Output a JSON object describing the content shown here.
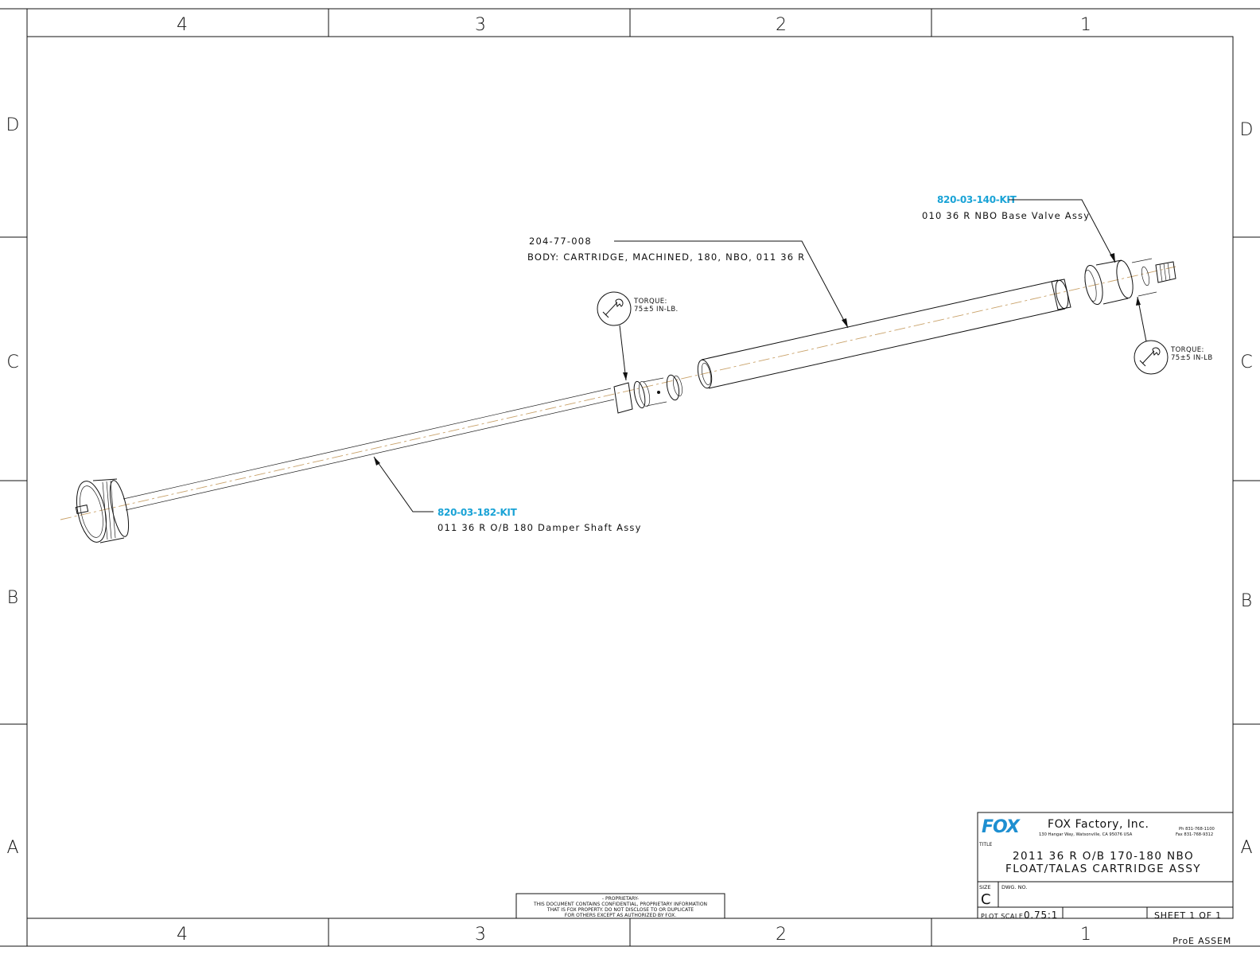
{
  "drawing": {
    "col_zones": [
      "4",
      "3",
      "2",
      "1"
    ],
    "row_zones": [
      "D",
      "C",
      "B",
      "A"
    ],
    "callouts": {
      "base_valve": {
        "part": "820-03-140-KIT",
        "desc": "010 36 R NBO Base Valve Assy"
      },
      "body": {
        "part": "204-77-008",
        "desc": "BODY: CARTRIDGE, MACHINED, 180, NBO, 011 36 R"
      },
      "damper_shaft": {
        "part": "820-03-182-KIT",
        "desc": "011 36 R O/B 180 Damper Shaft Assy"
      },
      "torque_left": {
        "line1": "TORQUE:",
        "line2": "75±5 IN-LB."
      },
      "torque_right": {
        "line1": "TORQUE:",
        "line2": "75±5 IN-LB"
      }
    },
    "proprietary": {
      "line1": "- PROPRIETARY-",
      "line2": "THIS DOCUMENT CONTAINS CONFIDENTIAL, PROPRIETARY INFORMATION",
      "line3": "THAT IS FOX PROPERTY.  DO NOT DISCLOSE TO OR DUPLICATE",
      "line4": "FOR OTHERS EXCEPT AS AUTHORIZED BY FOX."
    },
    "title_block": {
      "logo": "FOX",
      "company": "FOX Factory, Inc.",
      "address": "130 Hangar Way, Watsonville, CA 95076 USA",
      "phone": "Ph 831-768-1100",
      "fax": "Fax 831-768-9312",
      "title_label": "TITLE",
      "title_line1": "2011 36 R O/B 170-180 NBO",
      "title_line2": "FLOAT/TALAS CARTRIDGE ASSY",
      "size_label": "SIZE",
      "size_value": "C",
      "dwg_label": "DWG. NO.",
      "plot_scale_label": "PLOT SCALE",
      "plot_scale_value": "0.75:1",
      "sheet": "SHEET 1 OF 1",
      "source": "ProE ASSEM"
    }
  }
}
